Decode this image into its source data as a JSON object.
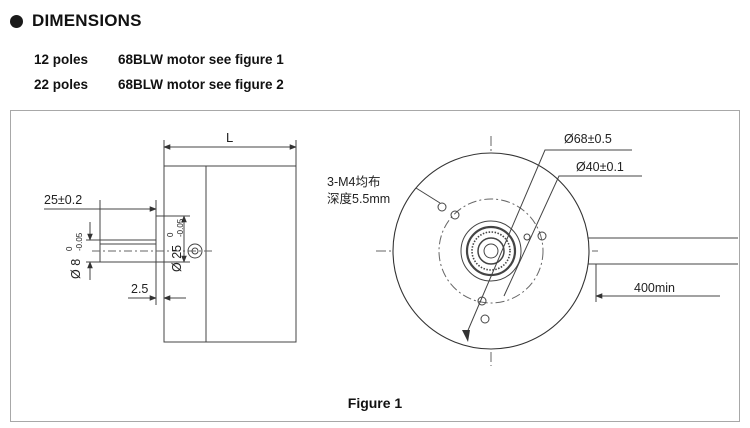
{
  "header": {
    "title": "DIMENSIONS"
  },
  "specs": [
    {
      "poles": "12 poles",
      "desc": "68BLW motor see figure 1"
    },
    {
      "poles": "22 poles",
      "desc": "68BLW motor see figure 2"
    }
  ],
  "side_view": {
    "length_label": "L",
    "shaft_length": "25±0.2",
    "flat_depth": "2.5",
    "shaft_dia_main": "Ø 8",
    "shaft_dia_upper": "0",
    "shaft_dia_lower": "-0.05",
    "boss_dia_main": "Ø 25",
    "boss_dia_upper": "0",
    "boss_dia_lower": "-0.05"
  },
  "front_view": {
    "outer_dia": "Ø68±0.5",
    "bolt_circle_dia": "Ø40±0.1",
    "holes_line1": "3-M4均布",
    "holes_line2": "深度5.5mm",
    "cable_length": "400min"
  },
  "caption": "Figure 1"
}
